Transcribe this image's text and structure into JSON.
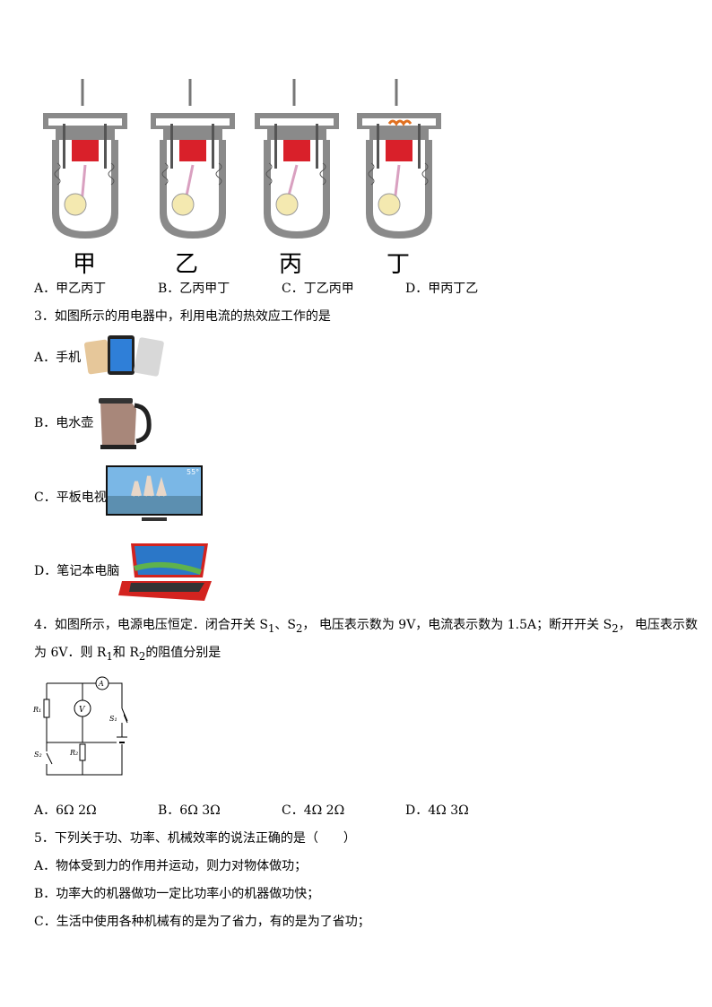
{
  "q2": {
    "engine_labels": [
      "甲",
      "乙",
      "丙",
      "丁"
    ],
    "options": [
      "A．甲乙丙丁",
      "B．乙丙甲丁",
      "C．丁乙丙甲",
      "D．甲丙丁乙"
    ]
  },
  "q3": {
    "stem": "3．如图所示的用电器中，利用电流的热效应工作的是",
    "options": [
      {
        "label": "A．手机"
      },
      {
        "label": "B．电水壶"
      },
      {
        "label": "C．平板电视",
        "badge": "55°"
      },
      {
        "label": "D．笔记本电脑"
      }
    ]
  },
  "q4": {
    "stem_p1": "4．如图所示，电源电压恒定．闭合开关 S",
    "s1_sub": "1",
    "stem_p2": "、S",
    "s2_sub": "2",
    "stem_p3": "， 电压表示数为 9V，电流表示数为 1.5A；断开开关 S",
    "s2b_sub": "2",
    "stem_p4": "， 电压表示数",
    "line2_p1": "为 6V．则 R",
    "r1_sub": "1",
    "line2_p2": "和 R",
    "r2_sub": "2",
    "line2_p3": "的阻值分别是",
    "circuit": {
      "ammeter": "A",
      "voltmeter": "V",
      "r1": "R₁",
      "r2": "R₂",
      "s1": "S₁",
      "s2": "S₂"
    },
    "options": [
      "A．6Ω 2Ω",
      "B．6Ω 3Ω",
      "C．4Ω 2Ω",
      "D．4Ω 3Ω"
    ]
  },
  "q5": {
    "stem": "5．下列关于功、功率、机械效率的说法正确的是（　　）",
    "options": [
      "A．物体受到力的作用并运动，则力对物体做功；",
      "B．功率大的机器做功一定比功率小的机器做功快；",
      "C．生活中使用各种机械有的是为了省力，有的是为了省功；"
    ]
  },
  "colors": {
    "piston": "#d9202a",
    "engine_gray": "#7f7f7f",
    "crank": "#f4e9b0"
  }
}
